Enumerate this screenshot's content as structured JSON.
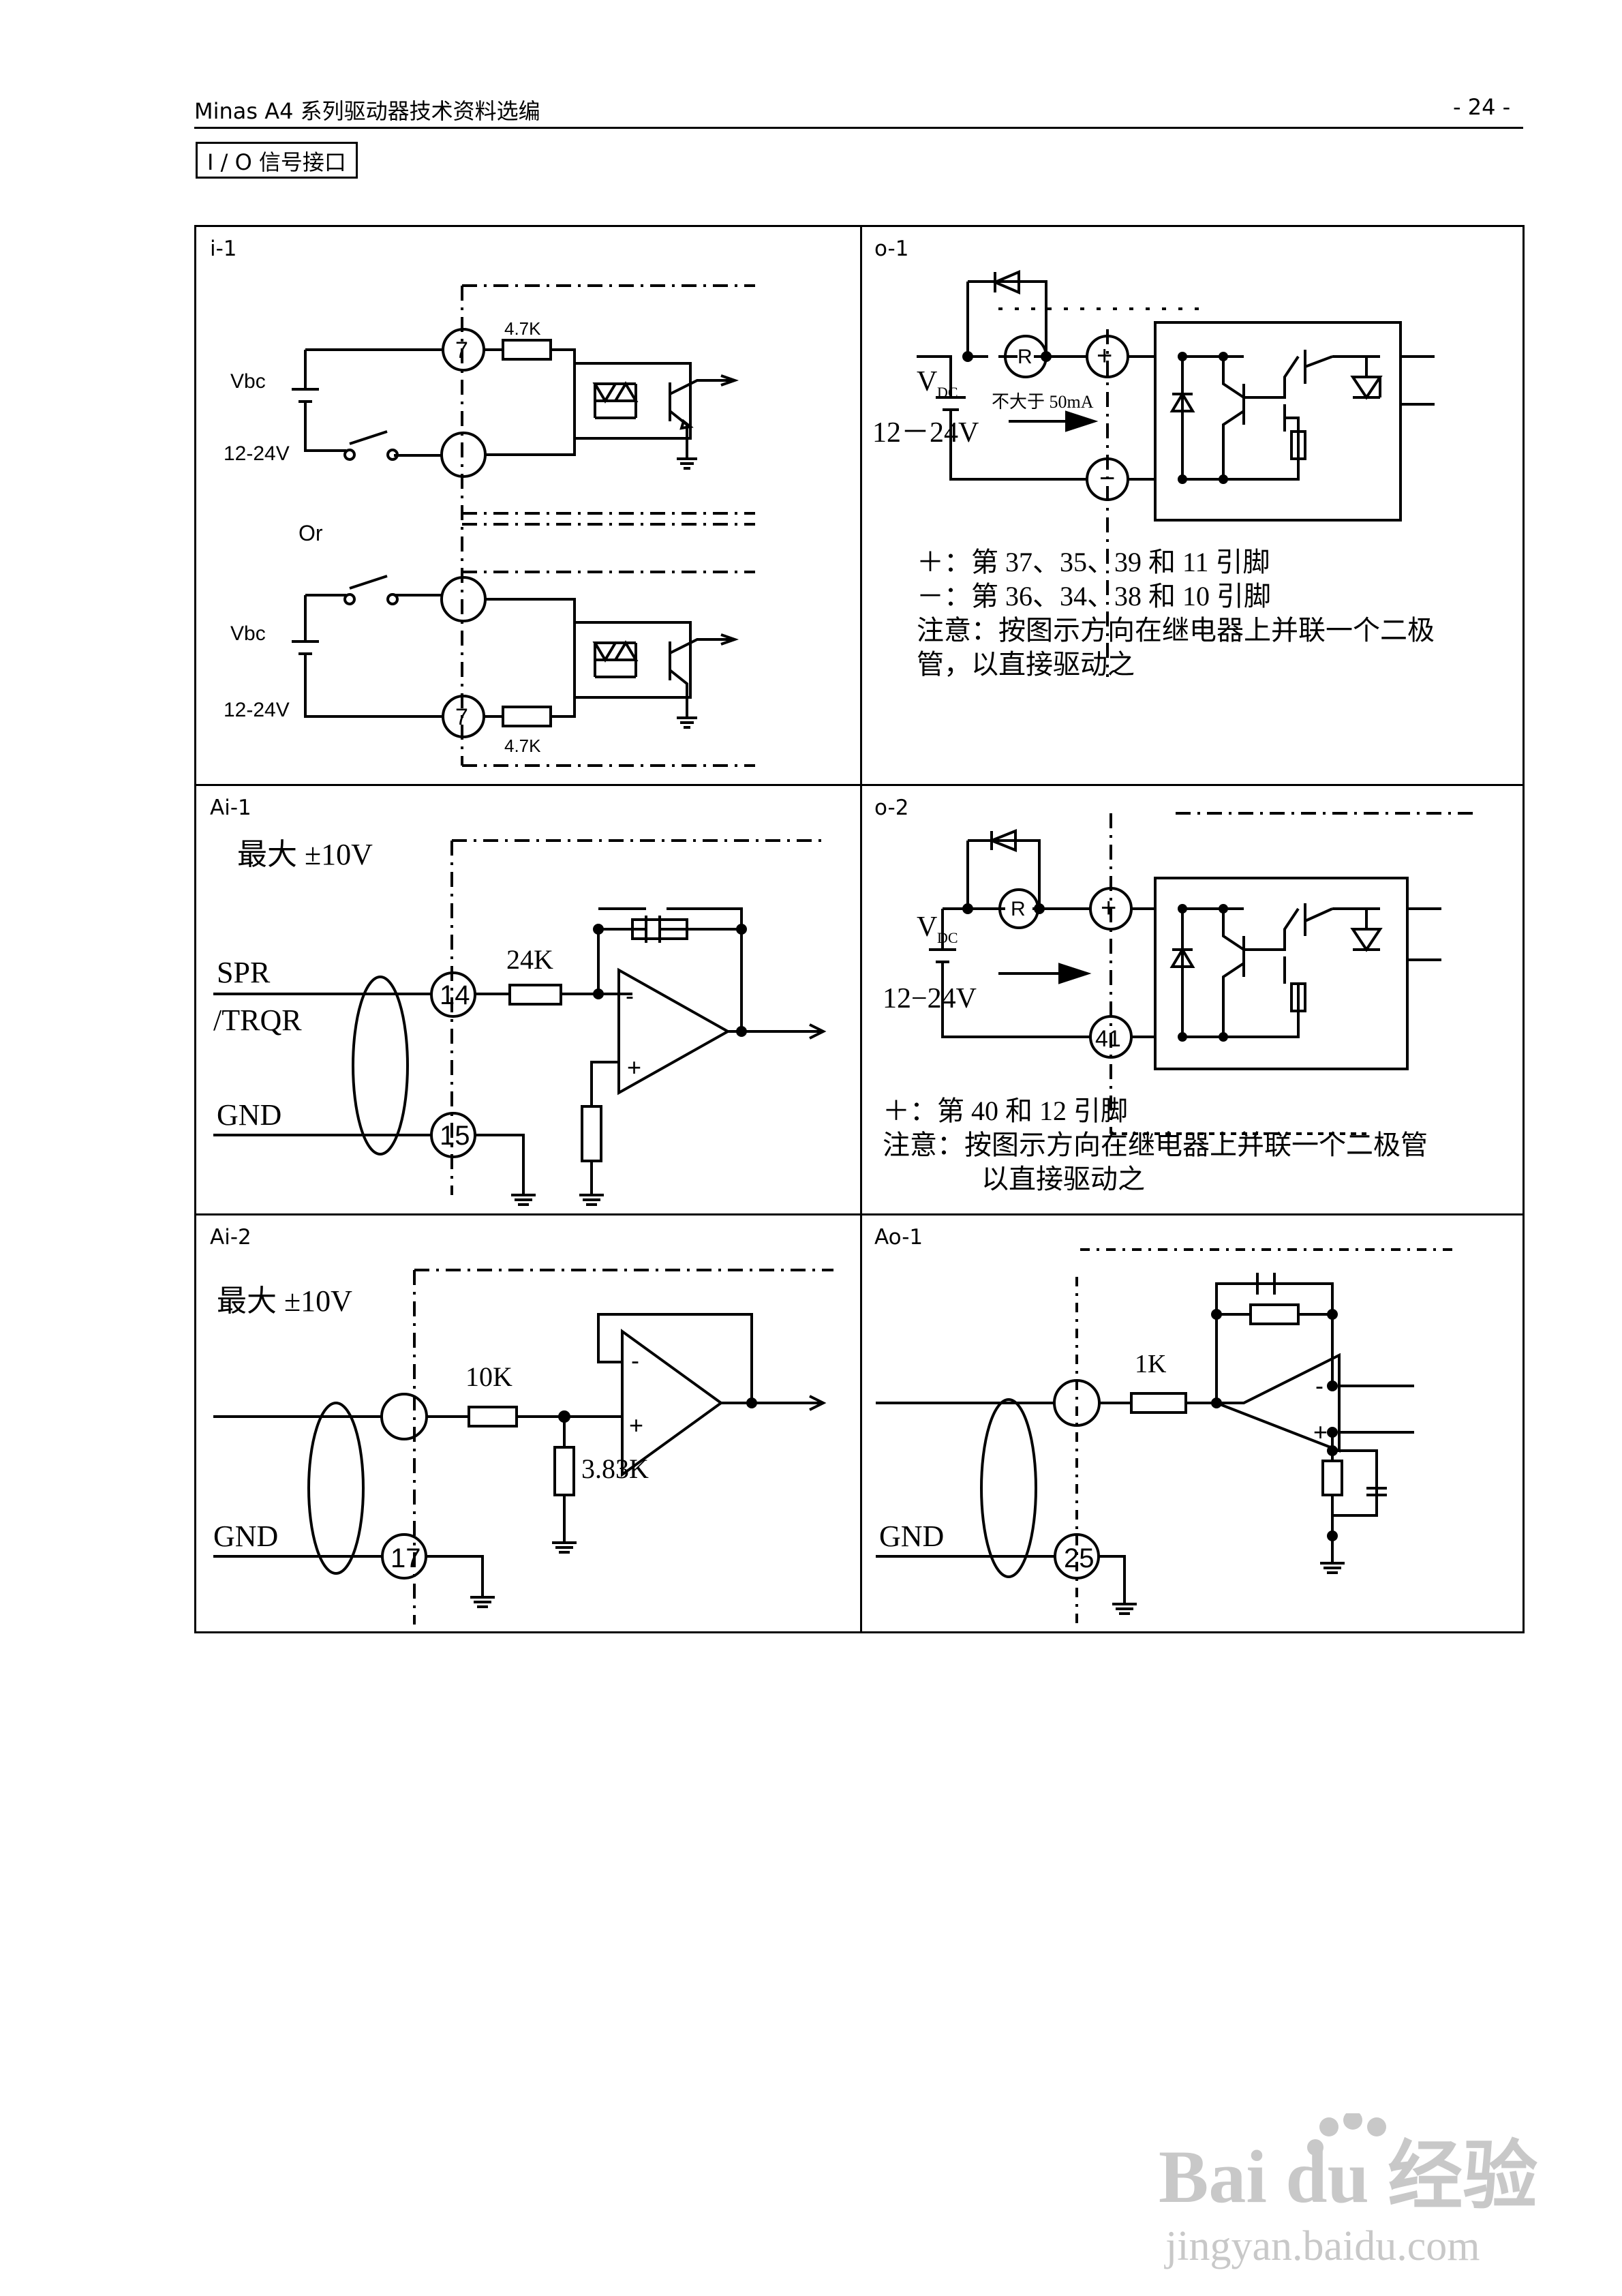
{
  "header": {
    "title": "Minas A4 系列驱动器技术资料选编",
    "page": "- 24 -"
  },
  "section": "I / O 信号接口",
  "cells": {
    "i1": {
      "label": "i-1",
      "vbc": "Vbc",
      "volt": "12-24V",
      "pin": "7",
      "res": "4.7K",
      "or": "Or"
    },
    "o1": {
      "label": "o-1",
      "vdc_main": "V",
      "vdc_sub": "DC",
      "volt": "12－24V",
      "current": "不大于 50mA",
      "r": "R",
      "plus": "+",
      "minus": "−",
      "note1": "＋：第 37、35、39 和 11 引脚",
      "note2": "－：第 36、34、38 和 10 引脚",
      "note3": "注意：按图示方向在继电器上并联一个二极",
      "note4": "管，以直接驱动之"
    },
    "ai1": {
      "label": "Ai-1",
      "max": "最大 ±10V",
      "spr": "SPR",
      "trqr": "/TRQR",
      "res": "24K",
      "gnd": "GND",
      "pin1": "14",
      "pin2": "15"
    },
    "o2": {
      "label": "o-2",
      "vdc_main": "V",
      "vdc_sub": "DC",
      "volt": "12−24V",
      "r": "R",
      "plus": "+",
      "pin": "41",
      "note1": "＋：第 40 和 12 引脚",
      "note2": "注意：按图示方向在继电器上并联一个二极管",
      "note3": "以直接驱动之"
    },
    "ai2": {
      "label": "Ai-2",
      "max": "最大 ±10V",
      "res1": "10K",
      "res2": "3.83K",
      "gnd": "GND",
      "pin": "17"
    },
    "ao1": {
      "label": "Ao-1",
      "res": "1K",
      "gnd": "GND",
      "pin": "25"
    }
  },
  "watermark": {
    "brand": "Bai du 经验",
    "url": "jingyan.baidu.com"
  }
}
